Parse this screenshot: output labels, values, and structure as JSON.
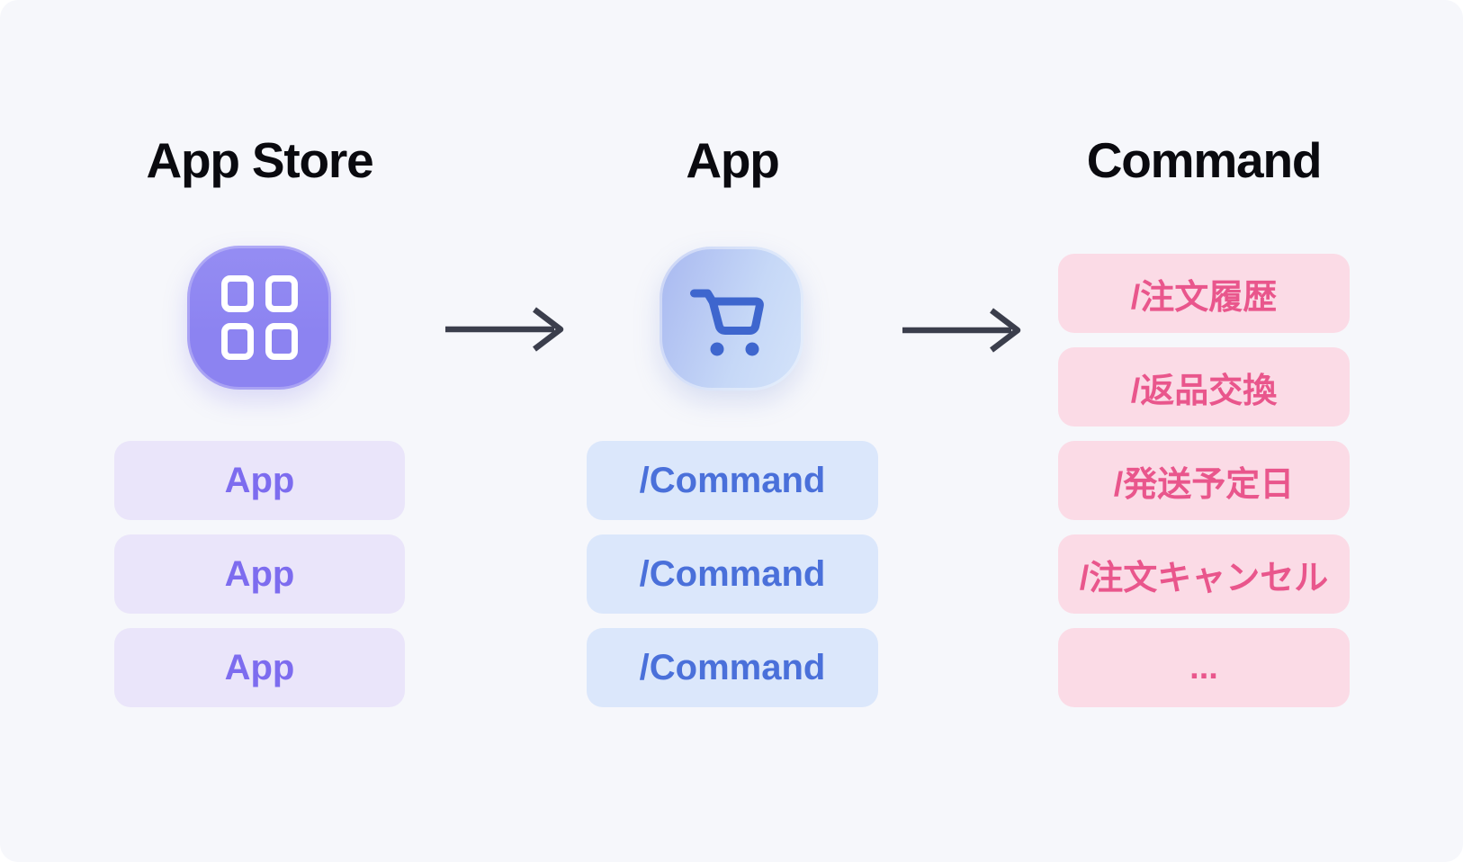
{
  "diagram": {
    "columns": [
      {
        "heading": "App Store",
        "icon": "app-grid-icon",
        "pills": [
          "App",
          "App",
          "App"
        ]
      },
      {
        "heading": "App",
        "icon": "shopping-cart-icon",
        "pills": [
          "/Command",
          "/Command",
          "/Command"
        ]
      },
      {
        "heading": "Command",
        "pills": [
          "/注文履歴",
          "/返品交換",
          "/発送予定日",
          "/注文キャンセル",
          "..."
        ]
      }
    ]
  },
  "colors": {
    "canvas_bg": "#F6F7FB",
    "heading_text": "#0A0A0F",
    "appstore_icon_bg": "#8C83F1",
    "app_pill_bg": "#EAE5FA",
    "app_pill_text": "#7D6CEF",
    "app_icon_gradient_start": "#A8B8F0",
    "app_icon_gradient_end": "#D4E3FA",
    "cart_icon_stroke": "#3E66CE",
    "command_pill_bg": "#DBE7FB",
    "command_pill_text": "#4A70DA",
    "jp_pill_bg": "#FBDBE6",
    "jp_pill_text": "#E9568C",
    "arrow": "#3B3E4C"
  }
}
